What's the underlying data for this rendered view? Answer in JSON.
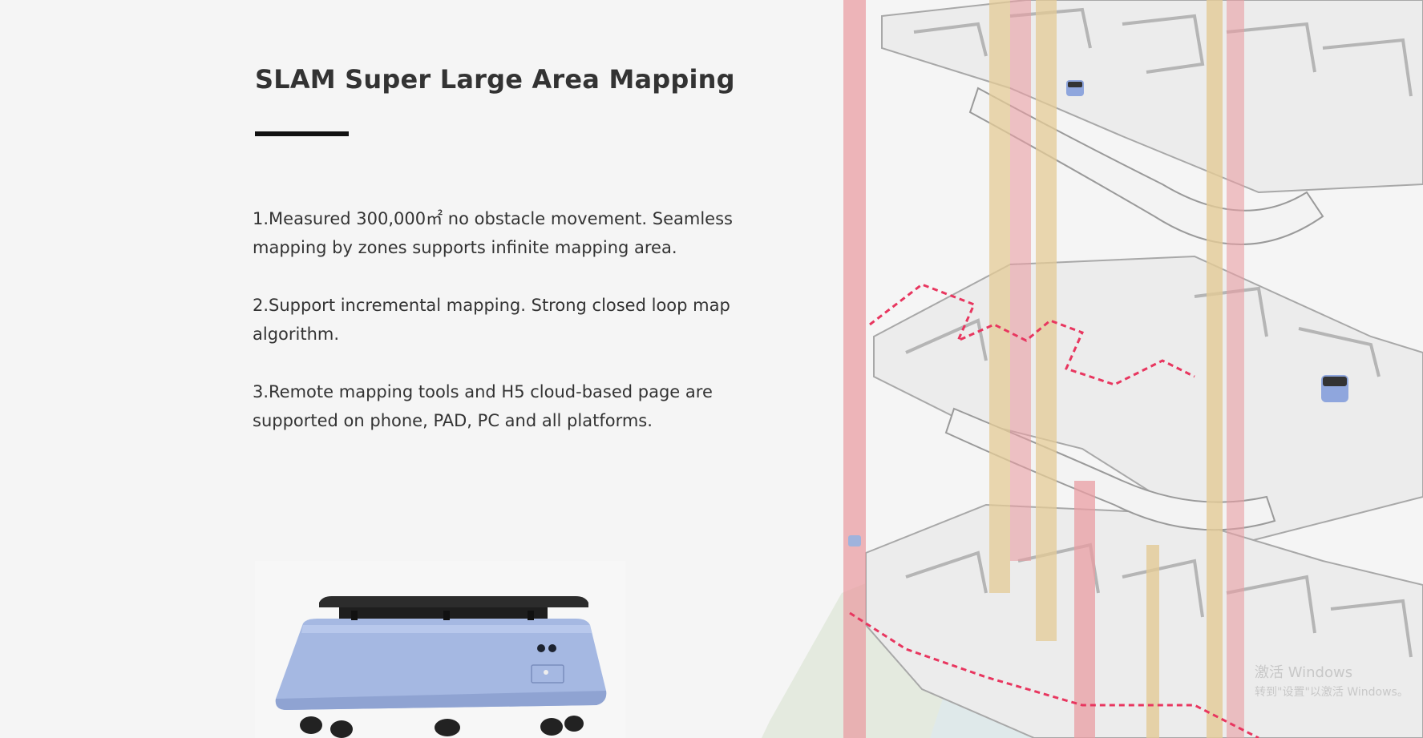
{
  "section": {
    "title": "SLAM Super Large Area Mapping",
    "features": [
      "1.Measured 300,000㎡ no obstacle movement. Seamless mapping by zones supports infinite mapping area.",
      "2.Support incremental mapping. Strong closed loop map algorithm.",
      "3.Remote mapping tools and H5 cloud-based page are supported on phone, PAD, PC and all platforms."
    ]
  },
  "watermark": {
    "line1": "激活 Windows",
    "line2": "转到\"设置\"以激活 Windows。"
  },
  "colors": {
    "heading": "#333333",
    "underline": "#111111",
    "robot_body": "#9fb3dd",
    "red_pillar": "#e89a9f",
    "tan_pillar": "#e2c993",
    "route": "#e8365f"
  }
}
